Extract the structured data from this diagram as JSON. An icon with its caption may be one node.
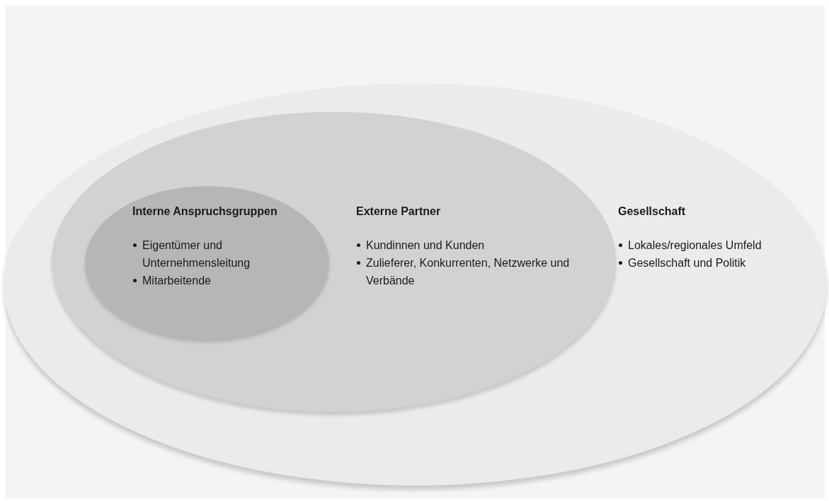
{
  "diagram": {
    "nodes": [
      {
        "text": [
          "Gesellschaft",
          "Lokales/regionales Umfeld",
          "Gesellschaft und Politik"
        ]
      },
      {
        "text": [
          "Externe Partner",
          "Kundinnen und Kunden",
          "Zulieferer, Konkurrenten, Netzwerke und Verbände"
        ],
        "in": 0
      },
      {
        "text": [
          "Interne Anspruchsgruppen",
          "Eigentümer und Unternehmensleitung",
          "Mitarbeitende"
        ],
        "in": 1
      }
    ]
  }
}
